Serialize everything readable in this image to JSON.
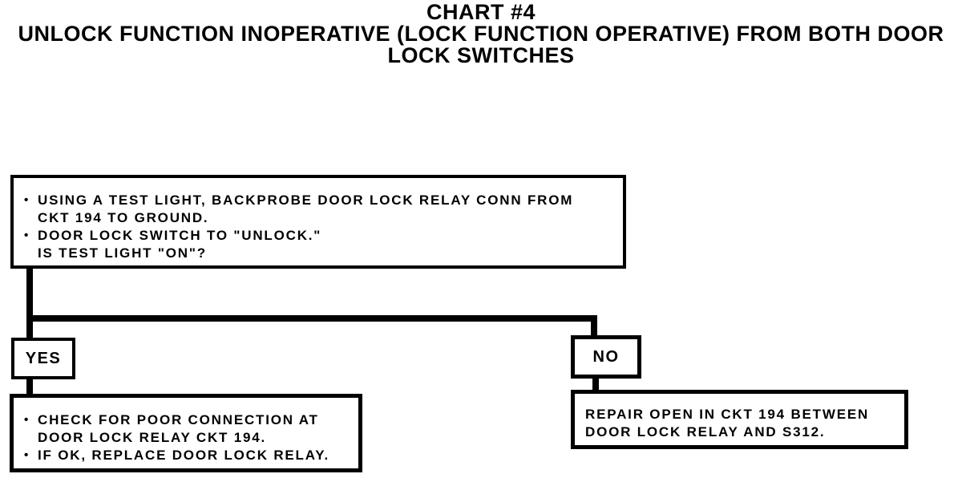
{
  "page": {
    "background": "#ffffff",
    "ink": "#000000"
  },
  "title": {
    "line1": "CHART #4",
    "line2": "UNLOCK FUNCTION INOPERATIVE (LOCK FUNCTION OPERATIVE) FROM BOTH DOOR",
    "line3": "LOCK SWITCHES"
  },
  "flowchart": {
    "question_box": {
      "items": [
        {
          "bullet": "•",
          "lines": [
            "USING A TEST LIGHT, BACKPROBE DOOR LOCK RELAY CONN FROM",
            "CKT 194 TO GROUND."
          ]
        },
        {
          "bullet": "•",
          "lines": [
            "DOOR LOCK SWITCH TO \"UNLOCK.\""
          ]
        },
        {
          "bullet": "",
          "lines": [
            "IS TEST LIGHT \"ON\"?"
          ]
        }
      ]
    },
    "yes_label": "YES",
    "no_label": "NO",
    "yes_result_box": {
      "items": [
        {
          "bullet": "•",
          "lines": [
            "CHECK FOR POOR CONNECTION AT",
            "DOOR LOCK RELAY CKT 194."
          ]
        },
        {
          "bullet": "•",
          "lines": [
            "IF OK, REPLACE DOOR LOCK RELAY."
          ]
        }
      ]
    },
    "no_result_box": {
      "lines": [
        "REPAIR OPEN IN CKT 194 BETWEEN",
        "DOOR LOCK RELAY AND S312."
      ]
    }
  }
}
